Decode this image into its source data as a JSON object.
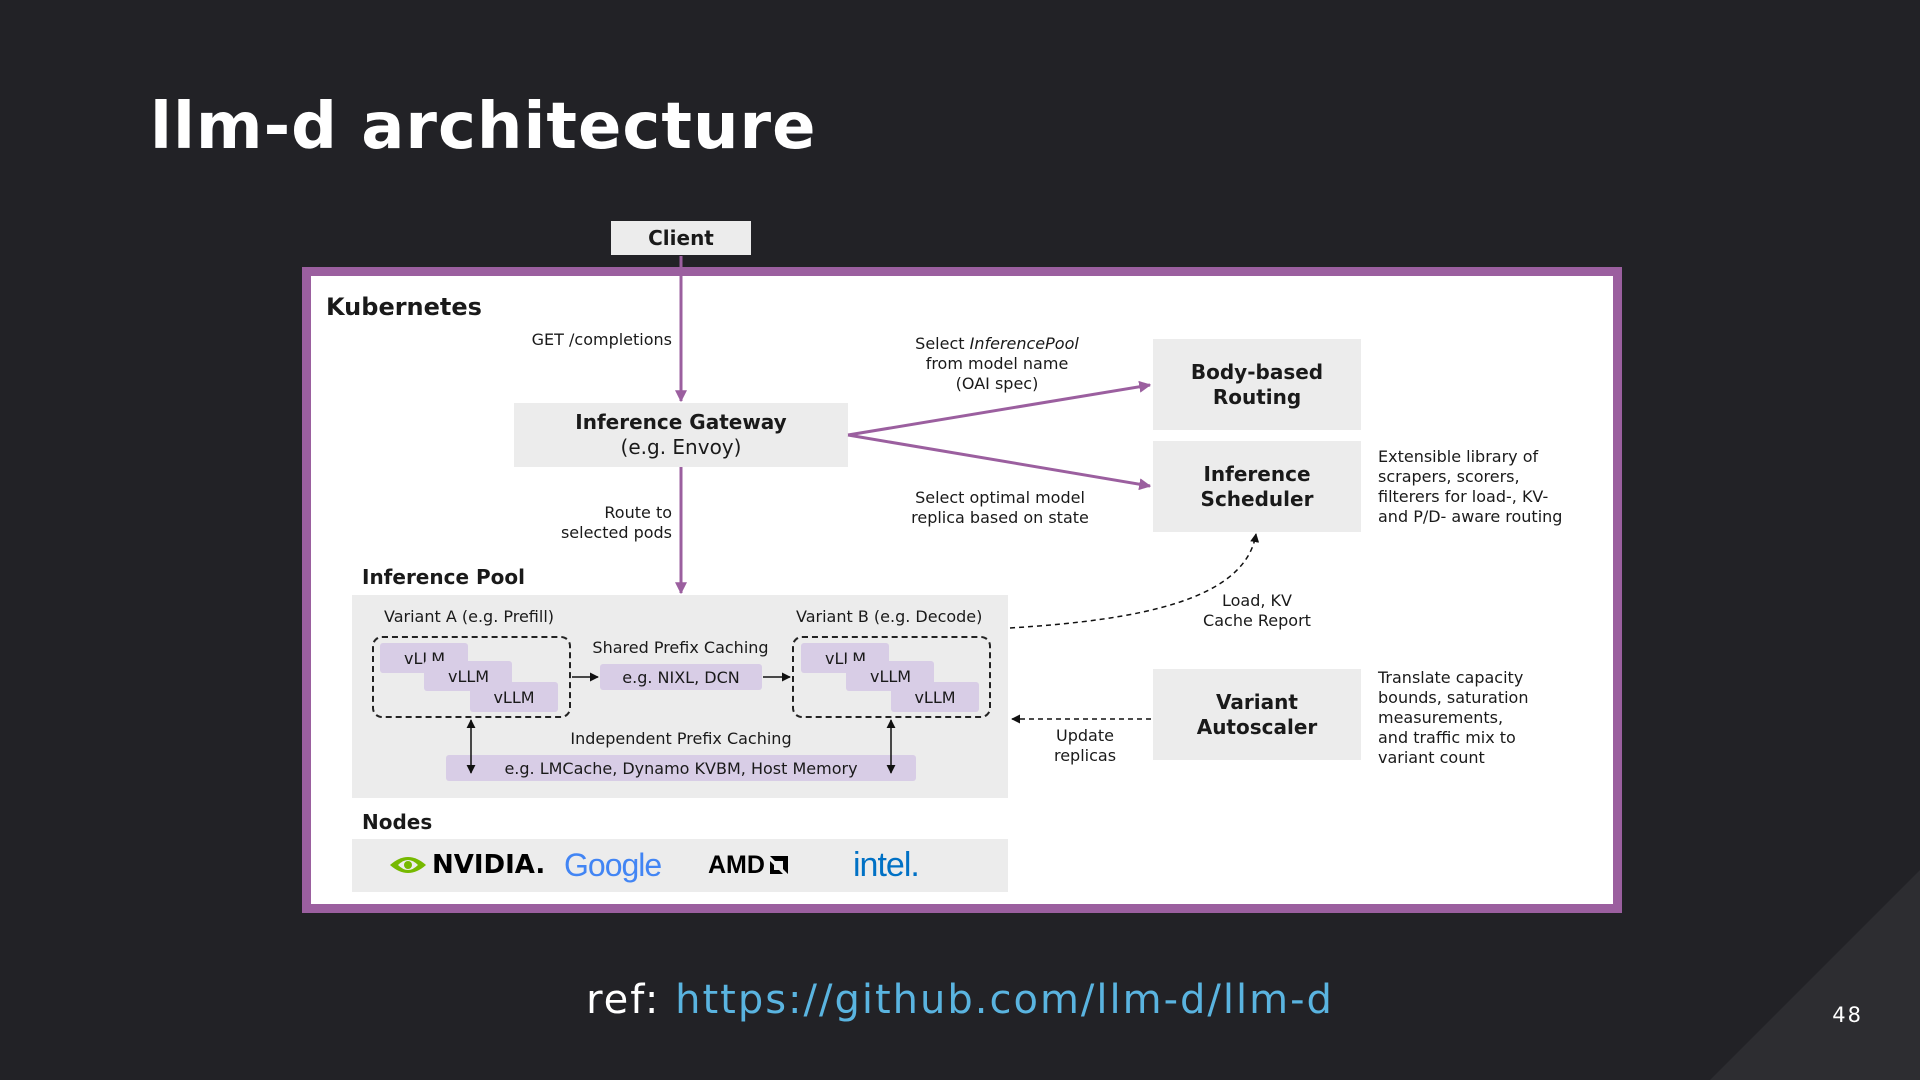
{
  "slide": {
    "title": "llm-d architecture",
    "ref_label": "ref:",
    "ref_link": "https://github.com/llm-d/llm-d",
    "page_number": "48"
  },
  "diagram": {
    "client": "Client",
    "kubernetes": "Kubernetes",
    "get_label": "GET /completions",
    "gateway": {
      "title": "Inference Gateway",
      "subtitle": "(e.g. Envoy)"
    },
    "select_pool": {
      "prefix": "Select ",
      "italic": "InferencePool",
      "line2": "from model name",
      "line3": "(OAI spec)"
    },
    "select_model": {
      "line1": "Select optimal model",
      "line2": "replica based on state"
    },
    "route_label": {
      "line1": "Route to",
      "line2": "selected pods"
    },
    "body_routing": {
      "line1": "Body-based",
      "line2": "Routing"
    },
    "scheduler": {
      "line1": "Inference",
      "line2": "Scheduler"
    },
    "scheduler_note": [
      "Extensible library of",
      "scrapers, scorers,",
      "filterers for load-, KV-",
      "and P/D- aware routing"
    ],
    "load_report": {
      "line1": "Load, KV",
      "line2": "Cache Report"
    },
    "autoscaler": {
      "line1": "Variant",
      "line2": "Autoscaler"
    },
    "autoscaler_note": [
      "Translate capacity",
      "bounds, saturation",
      "measurements,",
      "and traffic mix to",
      "variant count"
    ],
    "update_replicas": {
      "line1": "Update",
      "line2": "replicas"
    },
    "pool": {
      "title": "Inference Pool",
      "variant_a": "Variant A (e.g. Prefill)",
      "variant_b": "Variant B (e.g. Decode)",
      "vllm": "vLLM",
      "shared_caching": "Shared Prefix Caching",
      "shared_example": "e.g. NIXL, DCN",
      "independent_caching": "Independent Prefix Caching",
      "independent_example": "e.g. LMCache, Dynamo KVBM, Host Memory"
    },
    "nodes": {
      "title": "Nodes",
      "vendors": [
        "NVIDIA.",
        "Google",
        "AMD",
        "intel."
      ]
    }
  },
  "colors": {
    "accent_purple": "#9b5f9f",
    "link_blue": "#5ab4e0",
    "vllm_fill": "#d8cde6",
    "box_gray": "#ececec",
    "background": "#222226",
    "nvidia_green": "#76b900",
    "intel_blue": "#0071c5"
  }
}
